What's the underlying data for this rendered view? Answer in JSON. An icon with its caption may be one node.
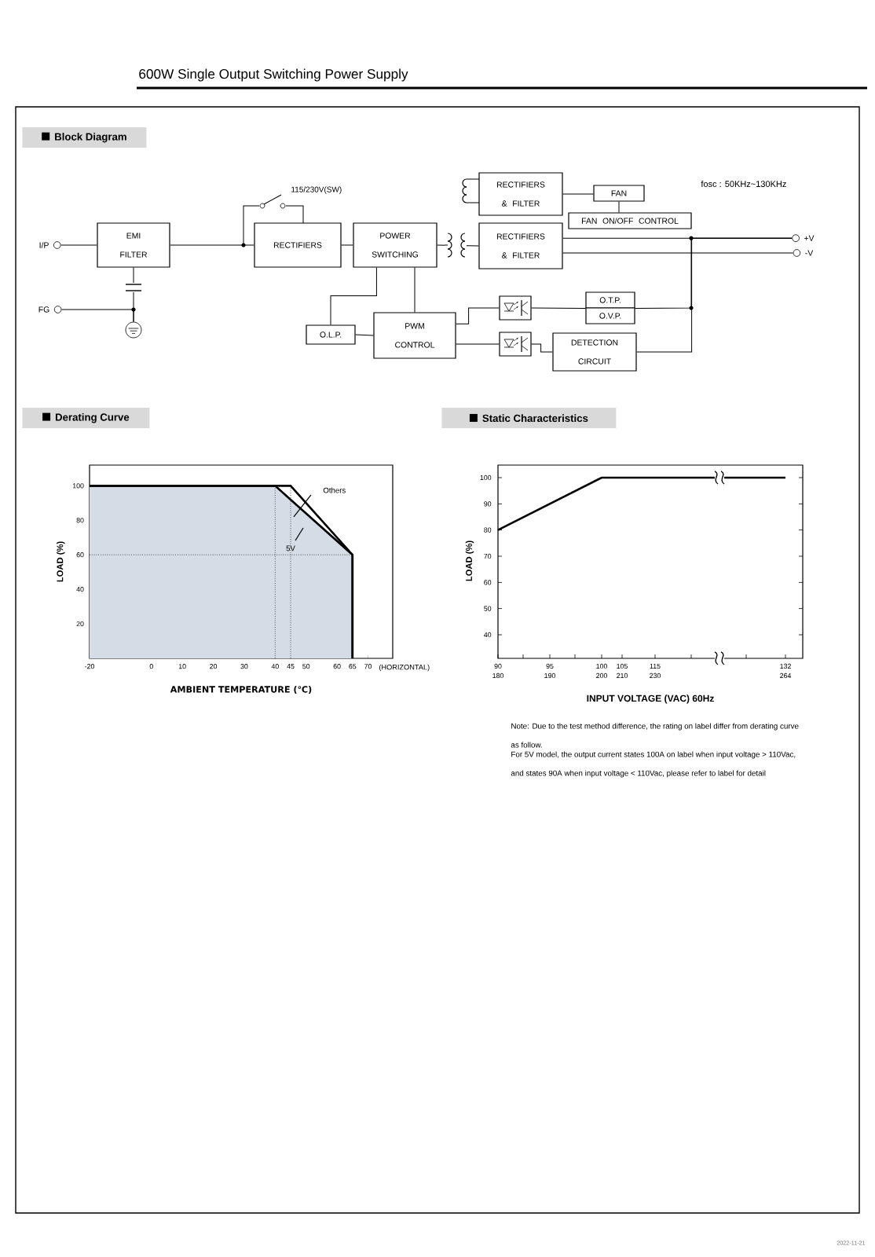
{
  "diagram": {
    "title": "600W Single Output Switching Power Supply",
    "nodes": [
      {
        "text": [
          "I/P"
        ]
      },
      {
        "text": [
          "FG"
        ]
      },
      {
        "text": [
          "EMI FILTER"
        ]
      },
      {
        "text": [],
        "shape": "circle"
      },
      {
        "text": [
          "RECTIFIERS"
        ]
      },
      {
        "text": [
          "POWER SWITCHING"
        ]
      },
      {
        "text": [
          "O.L.P."
        ]
      },
      {
        "text": [
          "PWM CONTROL"
        ]
      },
      {
        "text": [
          "RECTIFIERS & FILTER"
        ]
      },
      {
        "text": [
          "FAN"
        ]
      },
      {
        "text": [
          "FAN ON/OFF CONTROL"
        ]
      },
      {
        "text": [
          "RECTIFIERS & FILTER"
        ]
      },
      {
        "text": [
          "O.T.P."
        ]
      },
      {
        "text": [
          "O.V.P."
        ]
      },
      {
        "text": [
          "DETECTION CIRCUIT"
        ]
      },
      {
        "text": [],
        "shape": "box"
      },
      {
        "text": [],
        "shape": "box"
      },
      {
        "text": [
          "+V"
        ]
      },
      {
        "text": [
          "-V"
        ]
      }
    ],
    "edges": [
      {
        "from": 0,
        "to": 2,
        "arrow": "none"
      },
      {
        "from": 2,
        "to": 4,
        "arrow": "none"
      },
      {
        "from": 4,
        "to": 5,
        "arrow": "none"
      },
      {
        "from": 1,
        "to": 3,
        "arrow": "none"
      },
      {
        "from": 2,
        "to": 3,
        "arrow": "none"
      },
      {
        "from": 5,
        "to": 11,
        "arrow": "none"
      },
      {
        "from": 8,
        "to": 9,
        "arrow": "none"
      },
      {
        "from": 9,
        "to": 10,
        "arrow": "none"
      },
      {
        "from": 11,
        "to": 17,
        "arrow": "none"
      },
      {
        "from": 11,
        "to": 18,
        "arrow": "none"
      },
      {
        "from": 5,
        "to": 6,
        "arrow": "none"
      },
      {
        "from": 6,
        "to": 7,
        "arrow": "none"
      },
      {
        "from": 5,
        "to": 7,
        "arrow": "none"
      },
      {
        "from": 7,
        "to": 15,
        "arrow": "none"
      },
      {
        "from": 7,
        "to": 16,
        "arrow": "none"
      },
      {
        "from": 15,
        "to": 12,
        "arrow": "none"
      },
      {
        "from": 16,
        "to": 14,
        "arrow": "none"
      },
      {
        "from": 14,
        "to": 17,
        "arrow": "none"
      },
      {
        "from": 12,
        "to": 17,
        "arrow": "none"
      }
    ],
    "labels": [
      "Block Diagram",
      "115/230V(SW)",
      "fosc : 50KHz~130KHz",
      "Derating Curve",
      "Static Characteristics",
      "(HORIZONTAL)",
      "LOAD (%)",
      "100",
      "90",
      "80",
      "70",
      "60",
      "50",
      "40",
      "90",
      "180",
      "95",
      "190",
      "100",
      "200",
      "105",
      "210",
      "115",
      "230",
      "132",
      "264",
      "INPUT VOLTAGE (VAC) 60Hz",
      "Note: Due to the test method difference, the rating on label differ from derating curve as follow.",
      "For 5V model, the output current states 100A on label when input voltage > 110Vac, and states 90A when input voltage < 110Vac, please refer to label for detail",
      "2022-11-21"
    ],
    "chart_data": {
      "type": "line",
      "xlabel": "AMBIENT TEMPERATURE (℃)",
      "ylabel": "LOAD (%)",
      "x": [
        -20,
        40,
        45,
        65,
        65
      ],
      "series": [
        {
          "name": "5V",
          "color": "#000000",
          "values": [
            100,
            100,
            92,
            60,
            0
          ]
        },
        {
          "name": "Others",
          "color": "#000000",
          "values": [
            100,
            100,
            100,
            60,
            0
          ]
        }
      ],
      "grid": true,
      "xlim": [
        -20,
        78
      ],
      "ylim": [
        0,
        112
      ],
      "xticks": [
        -20,
        0,
        10,
        20,
        30,
        40,
        45,
        50,
        60,
        65,
        70
      ],
      "yticks": [
        20,
        40,
        60,
        80,
        100
      ]
    }
  }
}
